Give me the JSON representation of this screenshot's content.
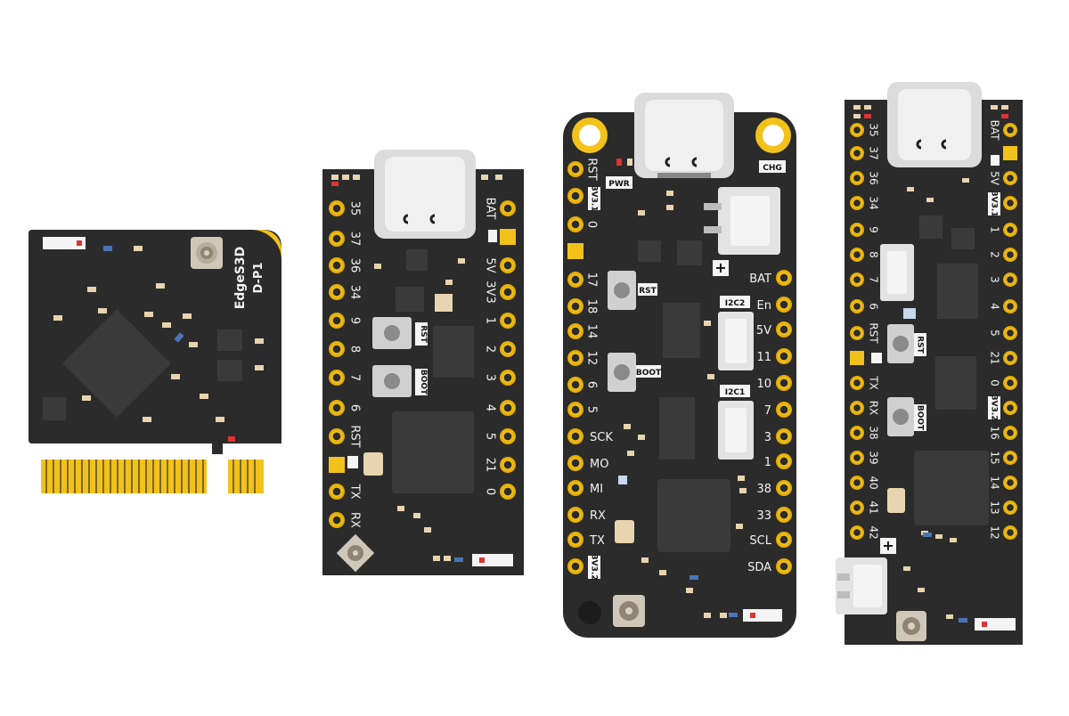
{
  "colors": {
    "pcb": "#2b2b2b",
    "pcb_edge": "#1e1e1e",
    "gold": "#f2c21b",
    "gold_ring": "#e0a800",
    "chip": "#3a3a3a",
    "silver": "#d9d9d9",
    "label": "#f2f2f2",
    "smd_tan": "#e8d4ae"
  },
  "board1": {
    "name": "EdgeS3D",
    "model": "D-P1",
    "icons": [
      "antenna-connector-icon",
      "gold-edge-connector-icon"
    ]
  },
  "board2": {
    "left_pins": [
      "35",
      "37",
      "36",
      "34",
      "9",
      "8",
      "7",
      "6",
      "RST",
      "",
      "TX",
      "RX"
    ],
    "right_pins": [
      "BAT",
      "",
      "5V",
      "3V3",
      "1",
      "2",
      "3",
      "4",
      "5",
      "21",
      "0"
    ],
    "buttons": [
      "RST",
      "BOOT"
    ]
  },
  "board3": {
    "left_pins": [
      "RST",
      "3V3.1",
      "0",
      "",
      "17",
      "18",
      "14",
      "12",
      "6",
      "5",
      "SCK",
      "MO",
      "MI",
      "RX",
      "TX",
      "3V3.2"
    ],
    "right_pins": [
      "BAT",
      "En",
      "5V",
      "11",
      "10",
      "7",
      "3",
      "1",
      "38",
      "33",
      "SCL",
      "SDA"
    ],
    "tags": [
      "PWR",
      "CHG",
      "I2C2",
      "I2C1"
    ],
    "buttons": [
      "RST",
      "BOOT"
    ],
    "plus": "+"
  },
  "board4": {
    "left_pins": [
      "35",
      "37",
      "36",
      "34",
      "9",
      "8",
      "7",
      "6",
      "RST",
      "",
      "TX",
      "RX",
      "38",
      "39",
      "40",
      "41",
      "42"
    ],
    "right_pins": [
      "BAT",
      "",
      "5V",
      "3V3.1",
      "1",
      "2",
      "3",
      "4",
      "5",
      "21",
      "0",
      "3V3.2",
      "16",
      "15",
      "14",
      "13",
      "12"
    ],
    "buttons": [
      "RST",
      "BOOT"
    ],
    "plus": "+"
  }
}
